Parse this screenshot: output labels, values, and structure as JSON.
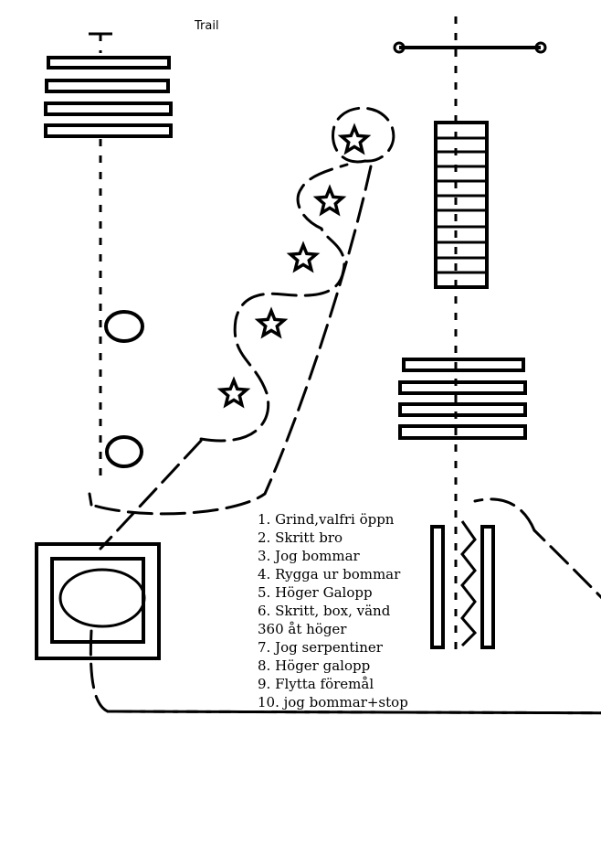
{
  "title": "Trail",
  "steps": [
    "1. Grind,valfri öppn",
    "2. Skritt bro",
    "3. Jog bommar",
    "4. Rygga ur bommar",
    "5. Höger Galopp",
    "6. Skritt, box, vänd",
    "360 åt höger",
    "7. Jog serpentiner",
    "8. Höger galopp",
    "9. Flytta föremål",
    "10. jog bommar+stop"
  ]
}
